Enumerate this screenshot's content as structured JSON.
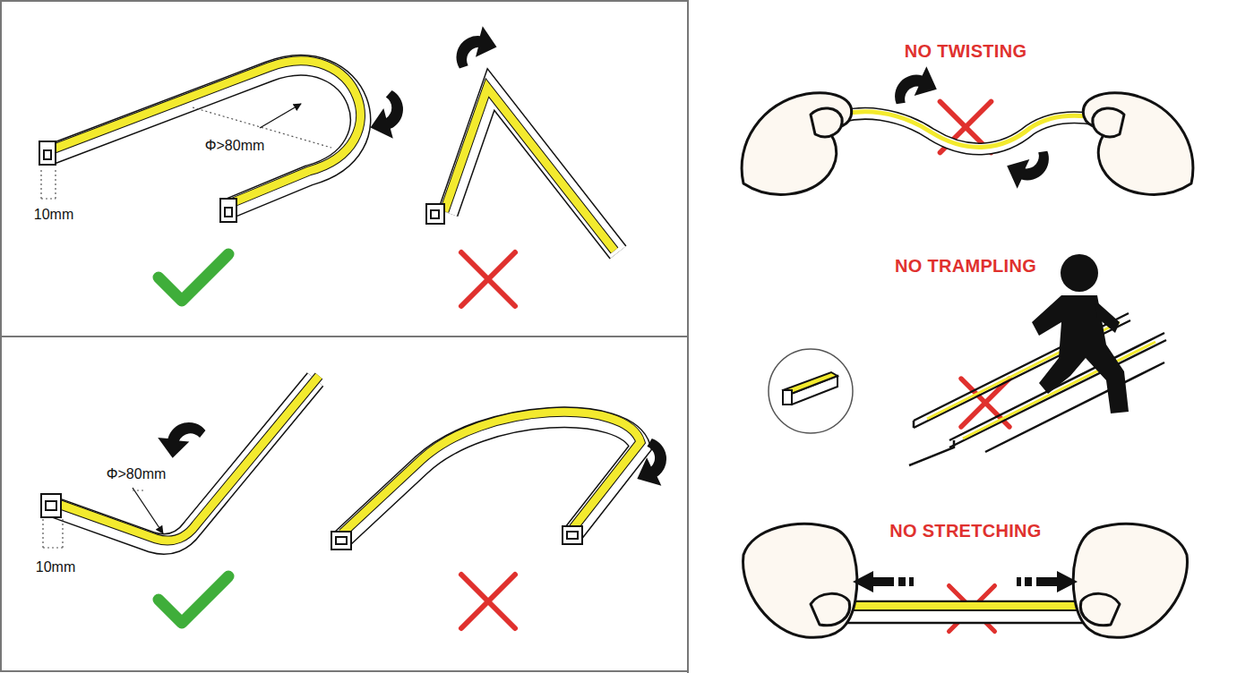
{
  "diagram": {
    "labels": [
      "10mm",
      "Φ>80mm",
      "10mm",
      "Φ>80mm",
      "NO TWISTING",
      "NO TRAMPLING",
      "NO STRETCHING"
    ]
  }
}
